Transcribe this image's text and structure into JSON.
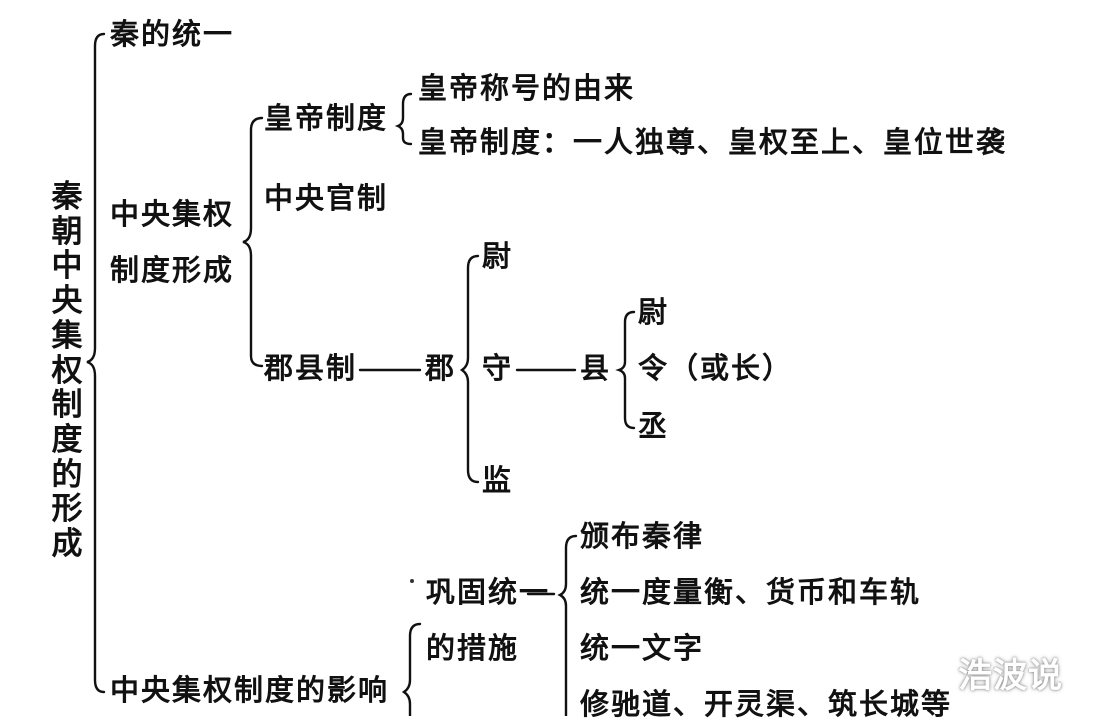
{
  "root": {
    "title": "秦朝中央集权制度的形成"
  },
  "level1": {
    "unification": "秦的统一",
    "formation_line1": "中央集权",
    "formation_line2": "制度形成",
    "influence": "中央集权制度的影响"
  },
  "formation": {
    "emperor_system": "皇帝制度",
    "central_officials": "中央官制",
    "prefecture_county": "郡县制"
  },
  "emperor": {
    "title_origin": "皇帝称号的由来",
    "system_desc": "皇帝制度：一人独尊、皇权至上、皇位世袭"
  },
  "commandery": {
    "label": "郡",
    "officials": [
      "尉",
      "守",
      "监"
    ]
  },
  "county": {
    "label": "县",
    "officials": [
      "尉",
      "令（或长）",
      "丞"
    ]
  },
  "influence": {
    "measures_line1": "巩固统一",
    "measures_line2": "的措施",
    "measures": [
      "颁布秦律",
      "统一度量衡、货币和车轨",
      "统一文字",
      "修驰道、开灵渠、筑长城等"
    ]
  },
  "watermark": "浩波说"
}
